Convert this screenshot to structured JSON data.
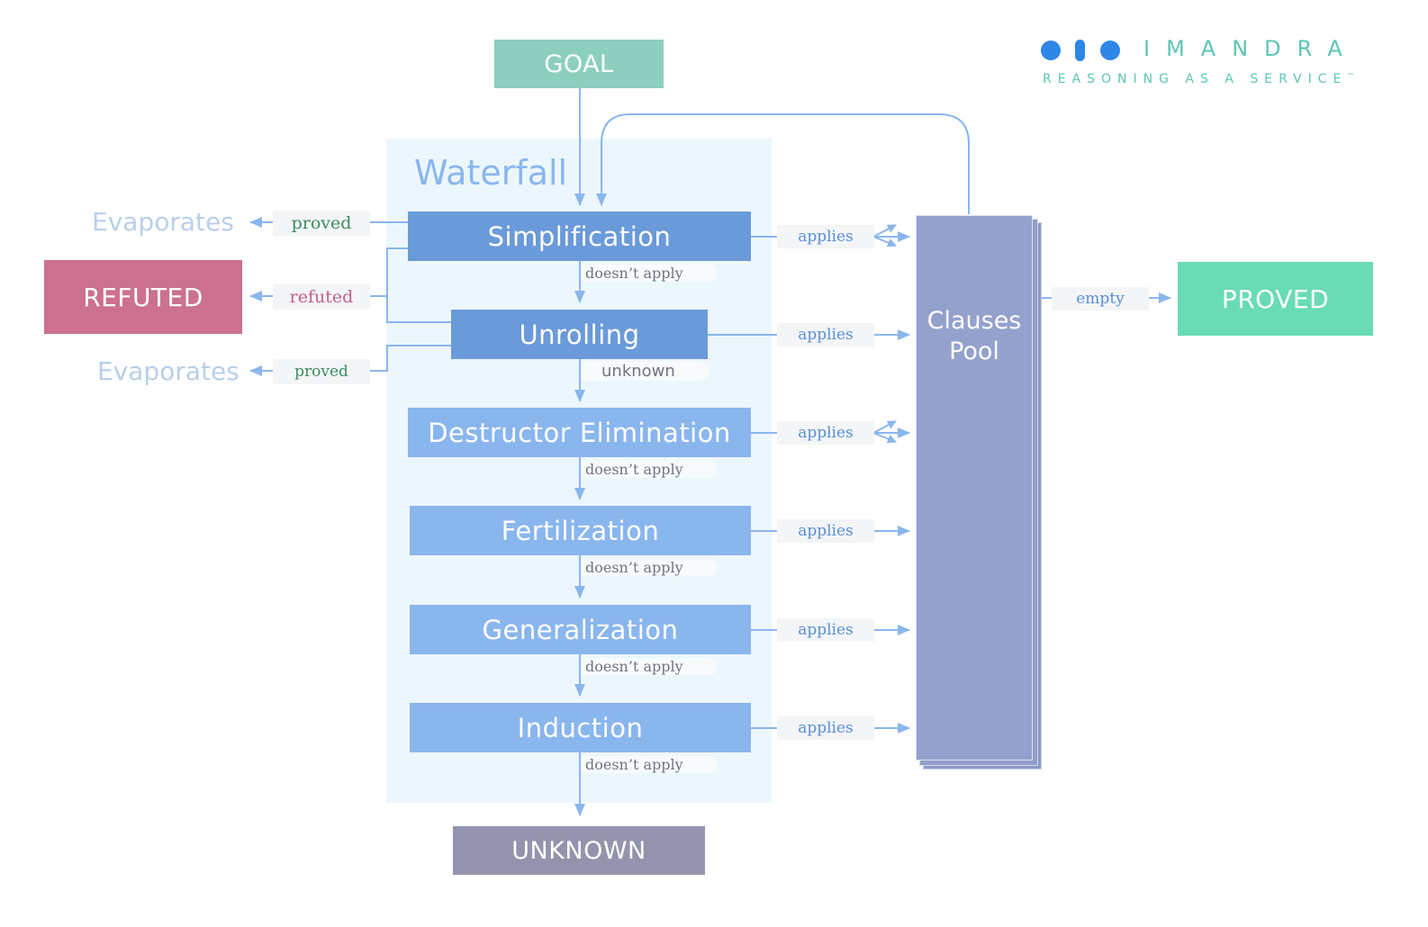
{
  "logo": {
    "brand": "IMANDRA",
    "tagline": "REASONING AS A SERVICE",
    "trademark": "™",
    "colors": {
      "dot": "#2e86e6",
      "text": "#5cc6b4"
    }
  },
  "goal": {
    "label": "GOAL",
    "color": "#8ccfbe"
  },
  "waterfall": {
    "title": "Waterfall",
    "stages": [
      {
        "label": "Simplification",
        "color": "#6a9ad9"
      },
      {
        "label": "Unrolling",
        "color": "#6a9ad9"
      },
      {
        "label": "Destructor Elimination",
        "color": "#8ab6ee"
      },
      {
        "label": "Fertilization",
        "color": "#8ab6ee"
      },
      {
        "label": "Generalization",
        "color": "#8ab6ee"
      },
      {
        "label": "Induction",
        "color": "#8ab6ee"
      }
    ],
    "flow_labels": [
      "doesn’t apply",
      "unknown",
      "doesn’t apply",
      "doesn’t apply",
      "doesn’t apply",
      "doesn’t apply"
    ]
  },
  "applies_label": "applies",
  "clauses_pool": {
    "label_line1": "Clauses",
    "label_line2": "Pool",
    "color": "#93a1cc"
  },
  "empty_label": "empty",
  "proved_box": {
    "label": "PROVED",
    "color": "#69dbb5"
  },
  "refuted_box": {
    "label": "REFUTED",
    "color": "#cc7190"
  },
  "unknown_box": {
    "label": "UNKNOWN",
    "color": "#9493ad"
  },
  "left_outcomes": {
    "evaporates_1": "Evaporates",
    "proved_1": "proved",
    "refuted": "refuted",
    "evaporates_2": "Evaporates",
    "proved_2": "proved"
  }
}
